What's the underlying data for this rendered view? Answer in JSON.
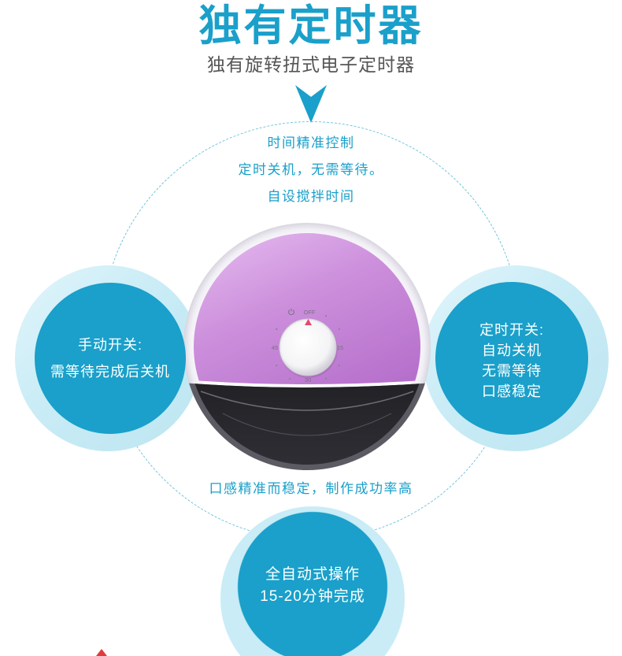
{
  "header": {
    "title": "独有定时器",
    "subtitle": "独有旋转扭式电子定时器"
  },
  "timer_info": {
    "lines": [
      "时间精准控制",
      "定时关机，无需等待。",
      "自设搅拌时间"
    ]
  },
  "features": {
    "manual": {
      "lines": [
        "手动开关:",
        "需等待完成后关机"
      ]
    },
    "timed": {
      "lines": [
        "定时开关:",
        "自动关机",
        "无需等待",
        "口感稳定"
      ]
    },
    "auto": {
      "lines": [
        "全自动式操作",
        "15-20分钟完成"
      ]
    }
  },
  "stability_note": "口感精准而稳定，制作成功率高",
  "product": {
    "dial": {
      "off_label": "OFF",
      "labels": [
        "15",
        "30",
        "45"
      ]
    }
  },
  "icons": {
    "arrow": "down-arrow-icon",
    "power": "power-icon",
    "pointer": "pointer-triangle-icon"
  },
  "colors": {
    "accent": "#1aa0ca",
    "halo": "#c9ecf6",
    "subtitle": "#555555",
    "ring": "#6cc3dc",
    "lid": "#cd90dc",
    "bowl": "#17171a",
    "pointer": "#e64a6c",
    "mark": "#e23b3b"
  }
}
